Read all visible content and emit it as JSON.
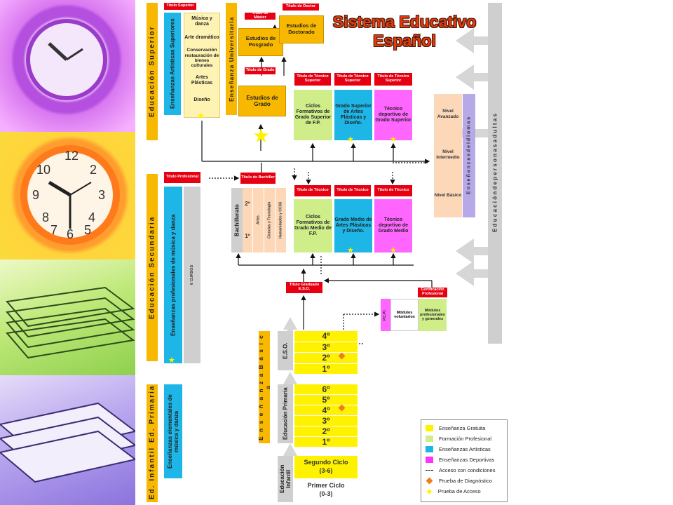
{
  "title": {
    "line1": "Sistema Educativo",
    "line2": "Español"
  },
  "bands": {
    "superior": "Educación Superior",
    "universitaria": "Enseñanza Universitaria",
    "secundaria": "Educación Secundaria",
    "primaria": "Ed. Primaria",
    "infantil": "Ed. Infantil",
    "basica": "E n s e ñ a n z a   B á s i c a",
    "adultas": "E d u c a c i ó n   d e   p e r s o n a s   a d u l t a s",
    "idiomas": "E n s e ñ a n z a s   d e   I d i o m a s"
  },
  "superior": {
    "titulo_superior": "Título Superior",
    "artisticas_label": "Enseñanzas Artísticas Superiores",
    "items": [
      "Música y danza",
      "Arte dramático",
      "Conservación restauración de bienes culturales",
      "Artes Plásticas",
      "Diseño"
    ]
  },
  "universidad": {
    "titulo_master": "Título de Máster",
    "titulo_doctor": "Título de Doctor",
    "titulo_grado": "Título de Grado",
    "posgrado": "Estudios de Posgrado",
    "doctorado": "Estudios de Doctorado",
    "grado": "Estudios de Grado"
  },
  "tecnico_superior": {
    "titulo": "Título de Técnico Superior",
    "fp": "Ciclos Formativos de Grado Superior de F.P.",
    "artes": "Grado Superior de Artes Plásticas y Diseño.",
    "deportivo": "Técnico deportivo de Grado Superior"
  },
  "idiomas": {
    "niveles": [
      "Nivel Avanzado",
      "Nivel Intermedio",
      "Nivel Básico"
    ]
  },
  "secundaria": {
    "titulo_profesional": "Título Profesional",
    "profesionales": "Enseñanzas profesionales de música y danza",
    "cursos": "6 CURSOS",
    "titulo_bachiller": "Título de Bachiller",
    "bachillerato": "Bachillerato",
    "bach_cursos": [
      "2º",
      "1º"
    ],
    "modalidades": [
      "Artes",
      "Ciencias y Tecnología",
      "Humanidades y CCSS"
    ]
  },
  "tecnico": {
    "titulo": "Título de Técnico",
    "fp": "Ciclos Formativos de Grado Medio de F.P.",
    "artes": "Grado Medio de Artes Plásticas y Diseño.",
    "deportivo": "Técnico deportivo de Grado Medio"
  },
  "eso": {
    "titulo": "Título Graduado E.S.O.",
    "label": "E.S.O.",
    "cursos": [
      "4º",
      "3º",
      "2º",
      "1º"
    ],
    "certificacion": "Certificación Profesional",
    "pcpi": "P.C.P.I.",
    "voluntarios": "Módulos voluntarios",
    "modulos": "Módulos profesionales y generales"
  },
  "primaria": {
    "label": "Educación Primaria",
    "cursos": [
      "6º",
      "5º",
      "4º",
      "3º",
      "2º",
      "1º"
    ],
    "elementales": "Enseñanzas elementales de música y danza"
  },
  "infantil": {
    "label": "Educación Infantil",
    "segundo": "Segundo Ciclo",
    "segundo_edad": "(3-6)",
    "primero": "Primer Ciclo",
    "primero_edad": "(0-3)"
  },
  "legend": [
    {
      "label": "Enseñanza Gratuita",
      "color": "#fff200"
    },
    {
      "label": "Formación Profesional",
      "color": "#cfee8a"
    },
    {
      "label": "Enseñanzas Artísticas",
      "color": "#1db6e6"
    },
    {
      "label": "Enseñanzas Deportivas",
      "color": "#ff33ff"
    },
    {
      "label": "Acceso con condiciones",
      "icon": "dotted-arrow-icon"
    },
    {
      "label": "Prueba de Diagnóstico",
      "icon": "diamond-icon",
      "color": "#f07c1e"
    },
    {
      "label": "Prueba de Acceso",
      "icon": "star-icon",
      "color": "#fff200"
    }
  ],
  "colors": {
    "yellow_label": "#f9b800",
    "red_title": "#e60012",
    "gray_arrow": "#cfcfcf"
  }
}
